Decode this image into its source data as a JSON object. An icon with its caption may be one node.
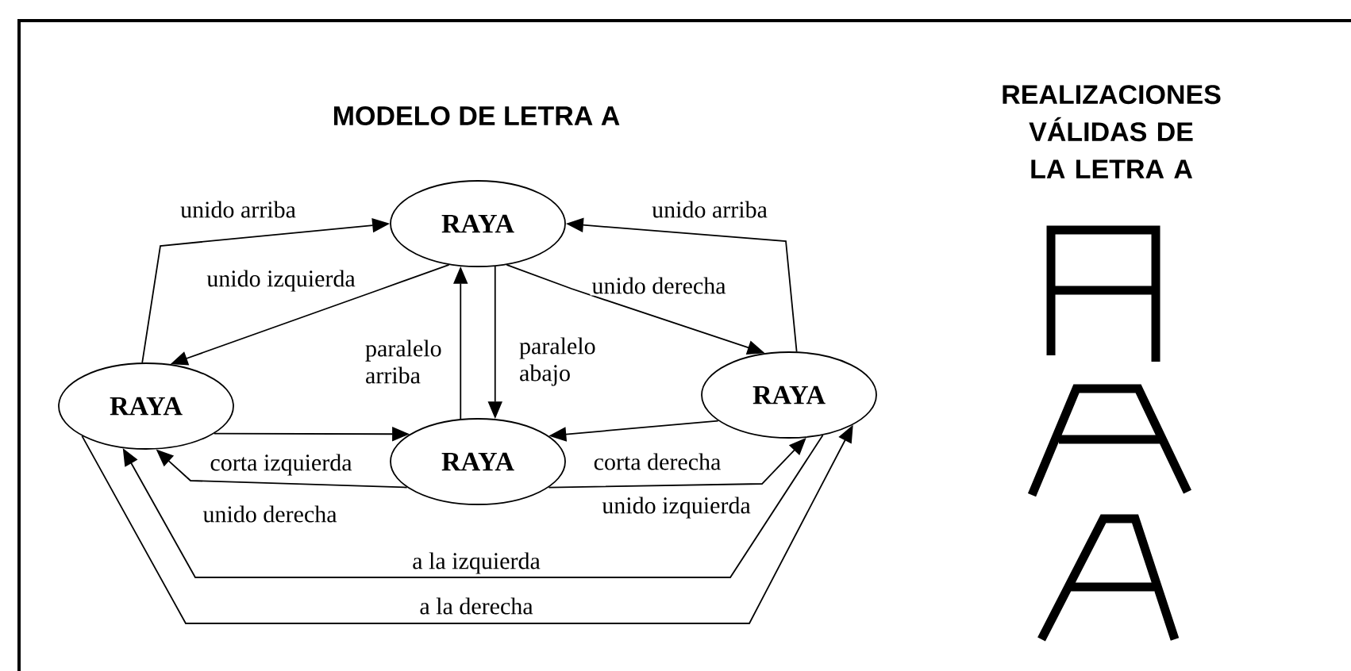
{
  "diagram": {
    "title": "MODELO DE LETRA A",
    "nodes": [
      {
        "text": [
          "RAYA"
        ]
      },
      {
        "text": [
          "RAYA"
        ]
      },
      {
        "text": [
          "RAYA"
        ]
      },
      {
        "text": [
          "RAYA"
        ]
      }
    ],
    "edges": [
      {
        "from": 1,
        "to": 0,
        "arrow": "to",
        "label": "unido arriba"
      },
      {
        "from": 0,
        "to": 1,
        "arrow": "to",
        "label": "unido izquierda"
      },
      {
        "from": 0,
        "to": 3,
        "arrow": "to",
        "label": "unido derecha"
      },
      {
        "from": 3,
        "to": 0,
        "arrow": "to",
        "label": "unido arriba"
      },
      {
        "from": 2,
        "to": 0,
        "arrow": "to",
        "label": "paralelo arriba"
      },
      {
        "from": 0,
        "to": 2,
        "arrow": "to",
        "label": "paralelo abajo"
      },
      {
        "from": 1,
        "to": 2,
        "arrow": "to",
        "label": "corta izquierda"
      },
      {
        "from": 2,
        "to": 1,
        "arrow": "to",
        "label": "unido derecha"
      },
      {
        "from": 3,
        "to": 2,
        "arrow": "to",
        "label": "corta derecha"
      },
      {
        "from": 2,
        "to": 3,
        "arrow": "to",
        "label": "unido izquierda"
      },
      {
        "from": 3,
        "to": 1,
        "arrow": "to",
        "label": "a la izquierda"
      },
      {
        "from": 1,
        "to": 3,
        "arrow": "to",
        "label": "a la derecha"
      }
    ],
    "labels": [
      "REALIZACIONES VÁLIDAS DE LA LETRA A"
    ]
  }
}
